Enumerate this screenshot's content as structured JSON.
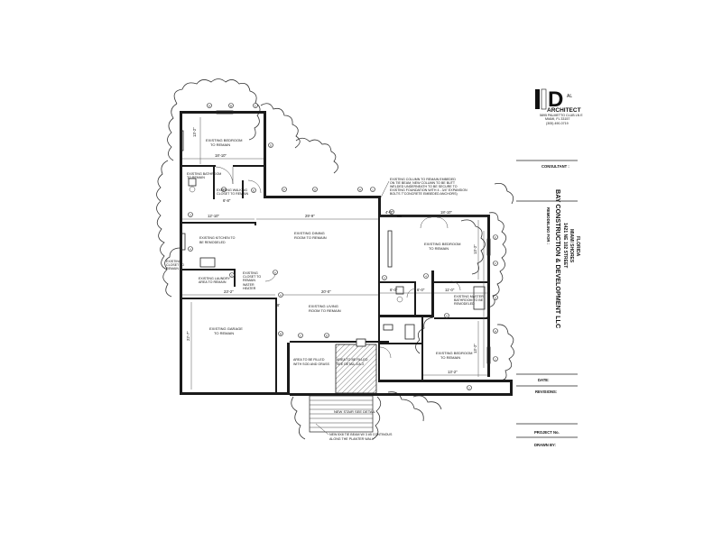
{
  "logo": {
    "letters": "D",
    "suffix": "AL",
    "name": "ARCHITECT",
    "address_1": "5895 PALMETTO CLUB LN E",
    "address_2": "MIAMI, FL 33157",
    "phone": "(305) 490-0719"
  },
  "title_block": {
    "consultant_label": "CONSULTANT :",
    "project_for_label": "REMODELING FOR :",
    "client": "BAY CONSTRUCTION & DEVELOPMENT LLC",
    "address": "1421 NE 102 STREET",
    "city": "MIAMI SHORES",
    "state": "FLORIDA",
    "date_label": "DATE:",
    "revisions_label": "REVISIONS:",
    "project_no_label": "PROJECT No.",
    "drawn_by_label": "DRAWN BY:"
  },
  "rooms": {
    "bedroom_nw": [
      "EXISTING BEDROOM",
      "TO REMAIN"
    ],
    "bathroom_nw": [
      "EXISTING BATHROOM",
      "TO REMAIN"
    ],
    "walkin_closet": [
      "EXISTING WALKING",
      "CLOSET TO REMAIN"
    ],
    "kitchen": [
      "EXISTING KITCHEN TO",
      "BE REMODELED"
    ],
    "dining": [
      "EXISTING DINING",
      "ROOM TO REMAIN"
    ],
    "laundry": [
      "EXISTING LAUNDRY",
      "AREA TO REMAIN"
    ],
    "living": [
      "EXISTING LIVING",
      "ROOM TO REMAIN"
    ],
    "garage": [
      "EXISTING GARAGE",
      "TO REMAIN"
    ],
    "fill_sod": [
      "AREA TO BE FILLED",
      "WITH SOD AND GRASS"
    ],
    "fill_detail": [
      "AREA TO BE FILLED",
      "SEE DETAIL 2/A-3"
    ],
    "bedroom_ne": [
      "EXISTING BEDROOM",
      "TO REMAIN"
    ],
    "master_bath": [
      "EXISTING MASTER",
      "BATHROOM TO BE",
      "REMODELED"
    ],
    "bedroom_se": [
      "EXISTING BEDROOM",
      "TO REMAIN"
    ]
  },
  "notes": {
    "column": [
      "EXISTING COLUMN TO REMAIN EMBEDED",
      "ON TIE BEAM, NEW COLUMN TO BE BUTT",
      "WELDED UNDERNEATH TO BE SECURE TO",
      "EXISTING FOUNDATION WITH 4 - 3/4\" EXPANSION",
      "BOLTS 7\"CONCRETE EMBEDED ANCHORS)"
    ],
    "stair": "NEW STAIR SEE DETAIL",
    "tie_beam": [
      "NEW 8X8 TIE BEAM  W/ 3 #5 CONTINOUS",
      "ALONG THE PLANTER WALL"
    ],
    "side_note": [
      "EXISTING",
      "CLOSET TO",
      "REMAIN"
    ],
    "laundry_note": [
      "EXISTING",
      "CLOSET TO",
      "REMAIN",
      "WATER",
      "HEATER"
    ]
  },
  "dimensions": {
    "bed_nw_width": "18'-10\"",
    "bed_nw_depth": "13'-2\"",
    "bath_width": "6'-8\"",
    "kitchen_width": "12'-10\"",
    "dining_width": "29'-9\"",
    "bed_ne_offset": "4'-6\"",
    "bed_ne_width": "18'-10\"",
    "living_left": "23'-2\"",
    "living_right": "20'-0\"",
    "hall": "8'",
    "center_a": "6'-0\"",
    "center_b": "6'-0\"",
    "master_bath": "11'-0\"",
    "bed_se_width": "13'-2\"",
    "garage_depth": "22'-7\"",
    "bed_ne_depth": "13'-2\"",
    "bed_se_depth": "13'-2\""
  },
  "grid_marks": [
    "A",
    "B",
    "C",
    "D",
    "E",
    "F",
    "G",
    "H",
    "1",
    "2",
    "3",
    "4",
    "5",
    "6"
  ]
}
